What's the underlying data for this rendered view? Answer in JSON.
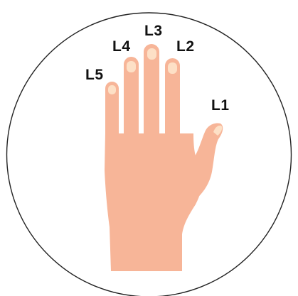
{
  "labels": {
    "l1": "L1",
    "l2": "L2",
    "l3": "L3",
    "l4": "L4",
    "l5": "L5"
  },
  "colors": {
    "skin": "#f7b598",
    "nail": "#fde0c6",
    "outline": "#222222",
    "label_text": "#111111",
    "background": "#ffffff"
  },
  "icons": {
    "hand": "hand-illustration-icon"
  }
}
